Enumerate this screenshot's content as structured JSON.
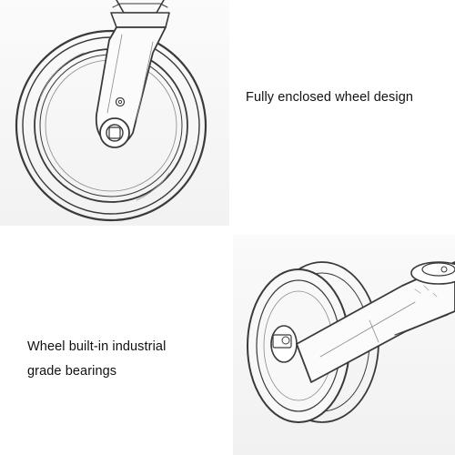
{
  "features": [
    {
      "caption_lines": [
        "Fully enclosed wheel design"
      ],
      "icon": "enclosed-wheel-illustration"
    },
    {
      "caption_lines": [
        "Wheel built-in industrial",
        "grade bearings"
      ],
      "icon": "bearing-wheel-illustration"
    }
  ],
  "colors": {
    "background": "#ffffff",
    "panel": "#f4f4f4",
    "line_art": "#3a3a3a",
    "text": "#111111"
  }
}
